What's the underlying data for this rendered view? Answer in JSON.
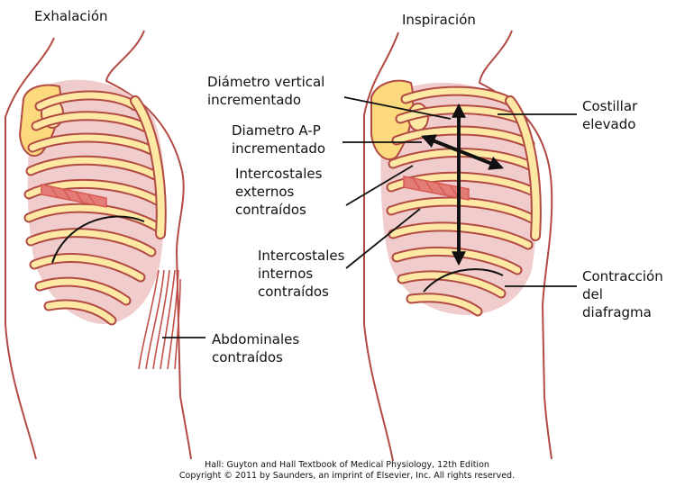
{
  "titles": {
    "left": "Exhalación",
    "right": "Inspiración"
  },
  "labels": {
    "vertical": [
      "Diámetro vertical",
      "incrementado"
    ],
    "ap": [
      "Diametro A-P",
      "incrementado"
    ],
    "intercostales_externos": [
      "Intercostales",
      "externos",
      "contraídos"
    ],
    "intercostales_internos": [
      "Intercostales",
      "internos",
      "contraídos"
    ],
    "costillar": [
      "Costillar",
      "elevado"
    ],
    "contraccion": [
      "Contracción",
      "del",
      "diafragma"
    ],
    "abdominales": [
      "Abdominales",
      "contraídos"
    ]
  },
  "credit": {
    "line1": "Hall: Guyton and Hall Textbook of Medical Physiology, 12th Edition",
    "line2": "Copyright © 2011 by Saunders, an imprint of Elsevier, Inc. All rights reserved."
  },
  "colors": {
    "outline": "#b24a44",
    "bone": "#fde9a4",
    "scapula": "#fbd97c",
    "tissue": "#f0cccc",
    "muscle": "#d85a55",
    "arrow": "#111111"
  }
}
